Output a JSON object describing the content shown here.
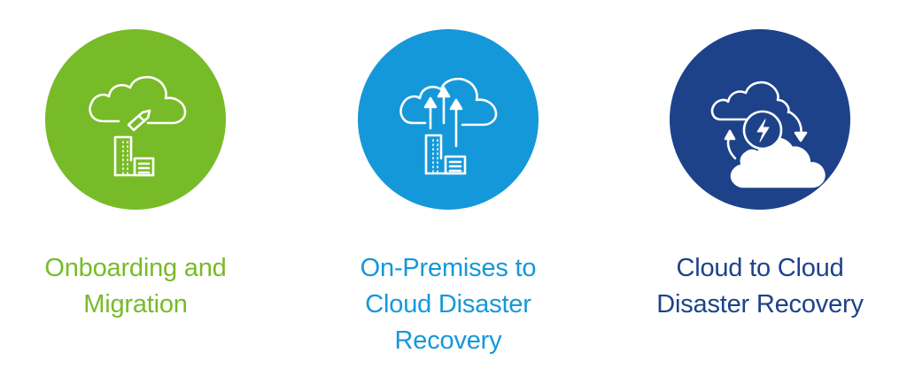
{
  "colors": {
    "green": "#78bb28",
    "blue": "#1598d9",
    "navy": "#1d428a",
    "icon_stroke": "#ffffff"
  },
  "cards": [
    {
      "icon": "cloud-migration-icon",
      "title_line1": "Onboarding and",
      "title_line2": "Migration",
      "title_line3": ""
    },
    {
      "icon": "cloud-upload-buildings-icon",
      "title_line1": "On-Premises to",
      "title_line2": "Cloud Disaster",
      "title_line3": "Recovery"
    },
    {
      "icon": "cloud-to-cloud-sync-icon",
      "title_line1": "Cloud to Cloud",
      "title_line2": "Disaster Recovery",
      "title_line3": ""
    }
  ]
}
